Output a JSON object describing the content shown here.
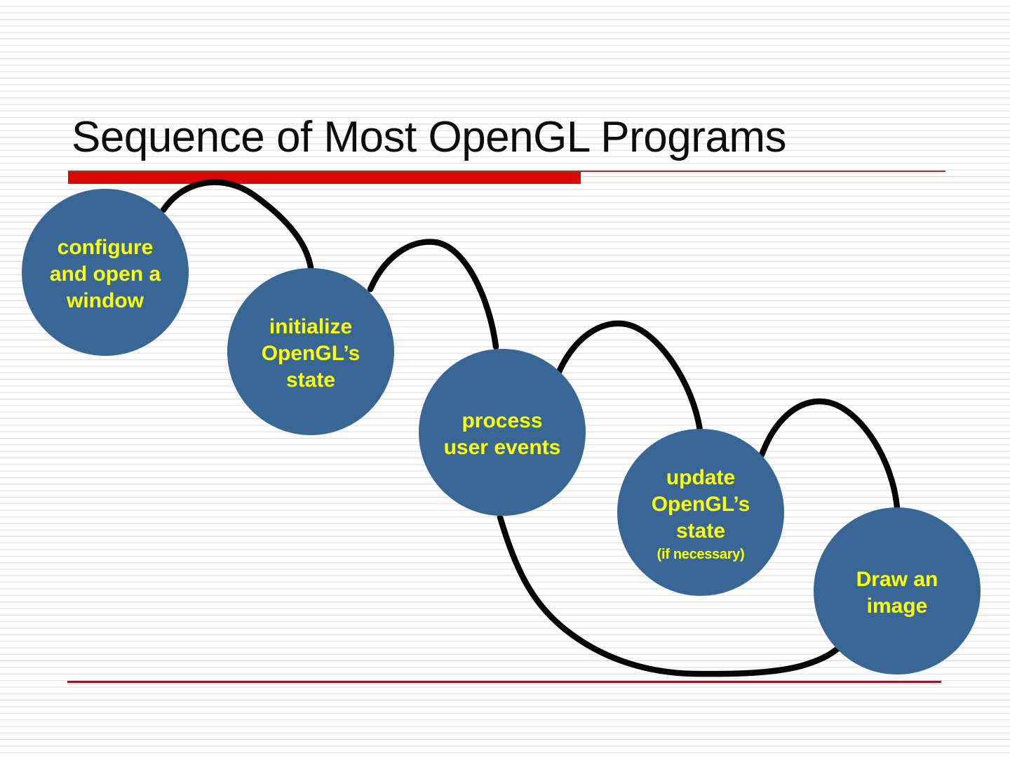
{
  "slide": {
    "title": "Sequence of Most OpenGL Programs"
  },
  "steps": [
    {
      "lines": [
        "configure",
        "and open a",
        "window"
      ]
    },
    {
      "lines": [
        "initialize",
        "OpenGL’s",
        "state"
      ]
    },
    {
      "lines": [
        "process",
        "user events"
      ]
    },
    {
      "lines": [
        "update",
        "OpenGL’s",
        "state"
      ],
      "note": "(if necessary)"
    },
    {
      "lines": [
        "Draw an",
        "image"
      ]
    }
  ],
  "colors": {
    "node_fill": "#396795",
    "node_text": "#ffff00",
    "accent_bar": "#dd0606",
    "accent_line_top": "#a03232",
    "accent_line_bottom": "#7e222e",
    "connector": "#050505",
    "background_line": "#d9d9d9",
    "title_text": "#0d0d0d"
  }
}
